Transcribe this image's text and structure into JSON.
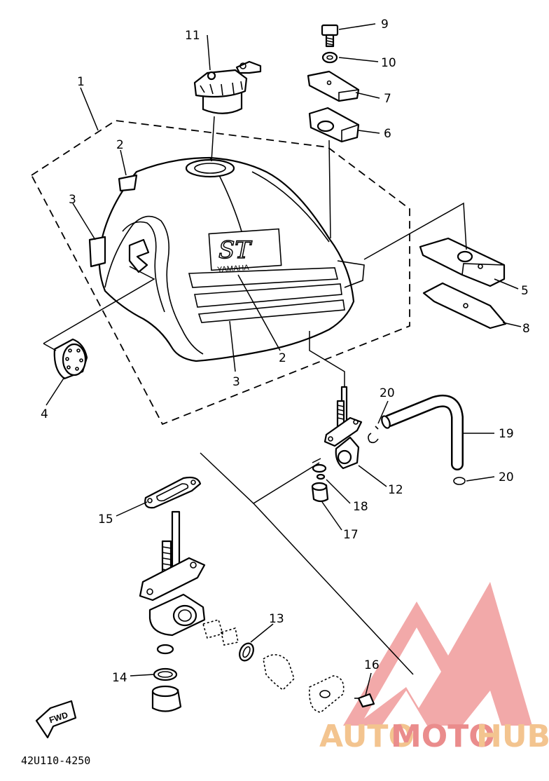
{
  "diagram": {
    "drawing_code": "42U110-4250",
    "fwd_label": "FWD",
    "tank_emblem": "ST",
    "tank_brand": "YAMAHA",
    "watermark": {
      "part1": "AUTO",
      "part2": "MOTO",
      "part3": "HUB"
    },
    "callouts": {
      "c1": "1",
      "c2a": "2",
      "c2b": "2",
      "c3a": "3",
      "c3b": "3",
      "c4": "4",
      "c5": "5",
      "c6": "6",
      "c7": "7",
      "c8": "8",
      "c9": "9",
      "c10": "10",
      "c11": "11",
      "c12": "12",
      "c13": "13",
      "c14": "14",
      "c15": "15",
      "c16": "16",
      "c17": "17",
      "c18": "18",
      "c19": "19",
      "c20a": "20",
      "c20b": "20"
    }
  }
}
